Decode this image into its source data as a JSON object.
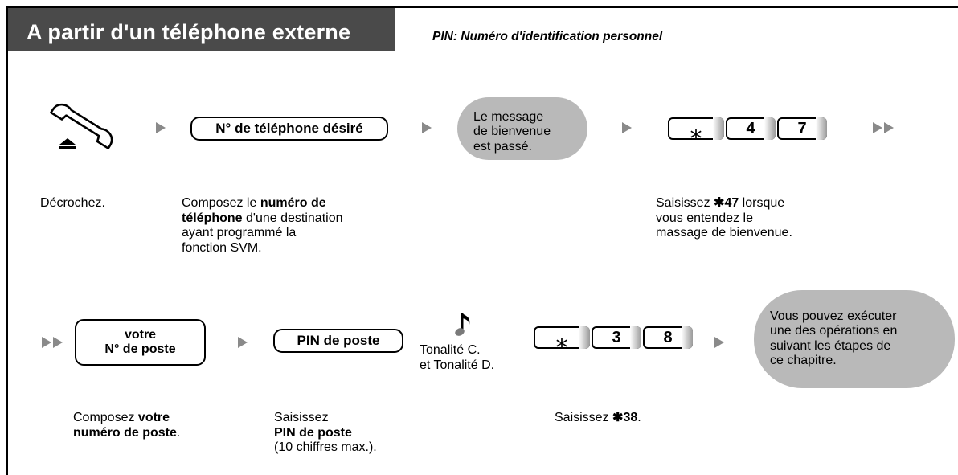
{
  "header": {
    "title": "A partir d'un téléphone externe",
    "subtitle": "PIN: Numéro d'identification personnel"
  },
  "icons": [
    "handset-offhook-icon",
    "arrow-right-icon",
    "double-arrow-right-icon",
    "music-note-icon",
    "star-key-icon"
  ],
  "row1": {
    "dial_box": "N° de téléphone désiré",
    "bubble_lines": [
      "Le message",
      "de bienvenue",
      "est passé."
    ],
    "keys": [
      "⁎",
      "4",
      "7"
    ],
    "captions": {
      "offhook": "Décrochez.",
      "dial": {
        "p1": "Composez le ",
        "b1": "numéro de",
        "b2": "téléphone",
        "p2": " d'une destination",
        "l3": "ayant programmé la",
        "l4": "fonction SVM."
      },
      "enter": {
        "p1": "Saisissez ",
        "star": "✱",
        "b1": "47",
        "p2": " lorsque",
        "l2": "vous entendez le",
        "l3": "massage de bienvenue."
      }
    }
  },
  "row2": {
    "ext_box_lines": [
      "votre",
      "N° de poste"
    ],
    "pin_box": "PIN de poste",
    "tone_lines": [
      "Tonalité C.",
      "et Tonalité D."
    ],
    "keys": [
      "⁎",
      "3",
      "8"
    ],
    "bubble_lines": [
      "Vous pouvez exécuter",
      "une des opérations en",
      "suivant les étapes de",
      "ce chapitre."
    ],
    "captions": {
      "ext": {
        "p1": "Composez ",
        "b1": "votre",
        "b2": "numéro de poste",
        "p2": "."
      },
      "pin": {
        "l1": "Saisissez",
        "b1": "PIN de poste",
        "l3": "(10 chiffres max.)."
      },
      "enter": {
        "p1": "Saisissez ",
        "star": "✱",
        "b1": "38",
        "p2": "."
      }
    }
  }
}
